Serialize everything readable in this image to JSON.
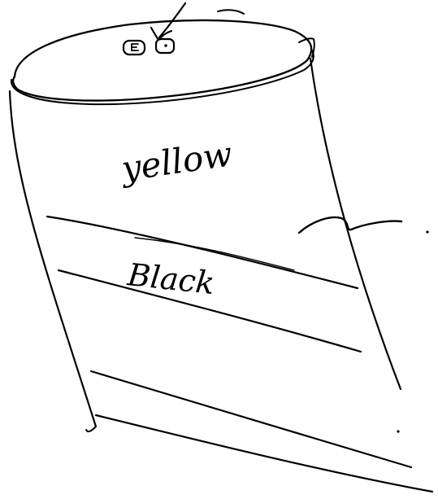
{
  "labels": {
    "yellow": "yellow",
    "black": "Black"
  },
  "colors": {
    "ink": "#000000",
    "paper": "#ffffff"
  },
  "icons": [
    "button-icon-left",
    "button-icon-right",
    "arrow-icon"
  ]
}
